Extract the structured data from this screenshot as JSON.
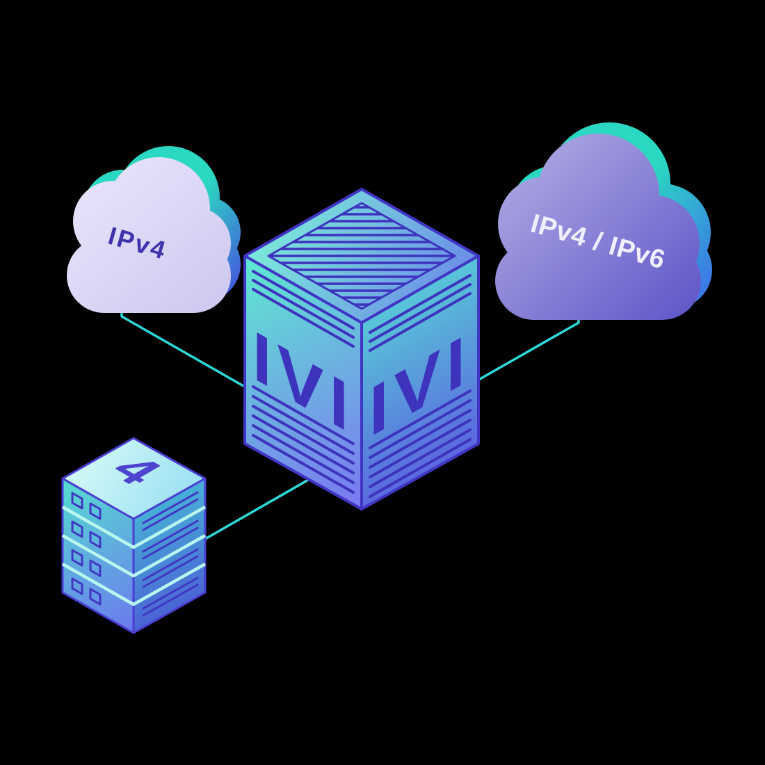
{
  "scene": {
    "background_color": "#000000"
  },
  "clouds": {
    "left": {
      "label": "IPv4",
      "label_color": "#3f34ad",
      "body_color": "#dcd7f6"
    },
    "right": {
      "label": "IPv4 / IPv6",
      "label_color": "#f1efff",
      "body_color_start": "#aba5e2",
      "body_color_end": "#5f57c8"
    }
  },
  "translator_box": {
    "left_face_label": "IVI",
    "right_face_label": "IVI",
    "label_color": "#3d33bd"
  },
  "server_stack": {
    "top_label": "4",
    "label_color": "#4d43cf",
    "unit_count": 4
  },
  "connectors": {
    "color": "#2cd8d8"
  },
  "accents": {
    "teal": "#2bd8c2",
    "indigo": "#4136c4"
  }
}
